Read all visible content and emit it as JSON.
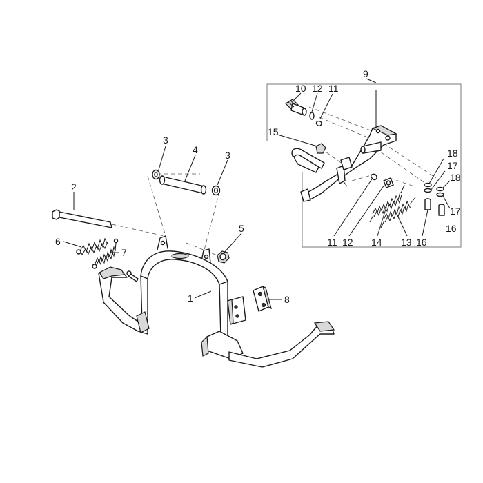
{
  "callouts": {
    "c1": "1",
    "c2": "2",
    "c3a": "3",
    "c3b": "3",
    "c4": "4",
    "c5": "5",
    "c6": "6",
    "c7": "7",
    "c8": "8",
    "c9": "9",
    "c10": "10",
    "c11a": "11",
    "c11b": "11",
    "c12a": "12",
    "c12b": "12",
    "c13": "13",
    "c14": "14",
    "c15": "15",
    "c16a": "16",
    "c16b": "16",
    "c17a": "17",
    "c17b": "17",
    "c18a": "18",
    "c18b": "18"
  }
}
